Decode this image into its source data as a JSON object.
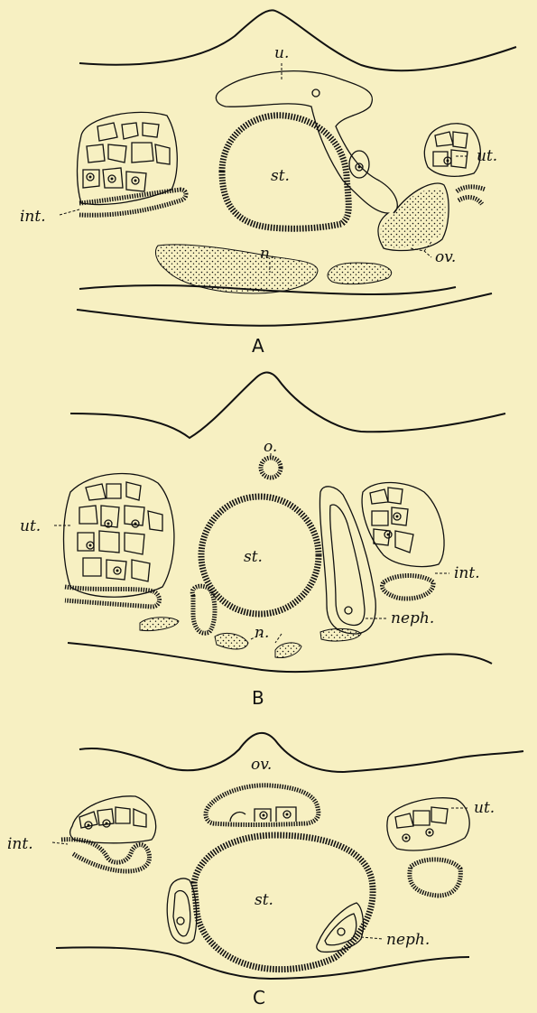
{
  "figure": {
    "panels": [
      {
        "id": "A",
        "caption": "A",
        "labels": {
          "u": "u.",
          "ut": "ut.",
          "st": "st.",
          "int": "int.",
          "n": "n.",
          "ov": "ov."
        }
      },
      {
        "id": "B",
        "caption": "B",
        "labels": {
          "o": "o.",
          "ut": "ut.",
          "st": "st.",
          "int": "int.",
          "neph": "neph.",
          "n": "n."
        }
      },
      {
        "id": "C",
        "caption": "C",
        "labels": {
          "ov": "ov.",
          "int": "int.",
          "ut": "ut.",
          "st": "st.",
          "neph": "neph."
        }
      }
    ]
  },
  "colors": {
    "background": "#f7f0c2",
    "ink": "#111111"
  }
}
